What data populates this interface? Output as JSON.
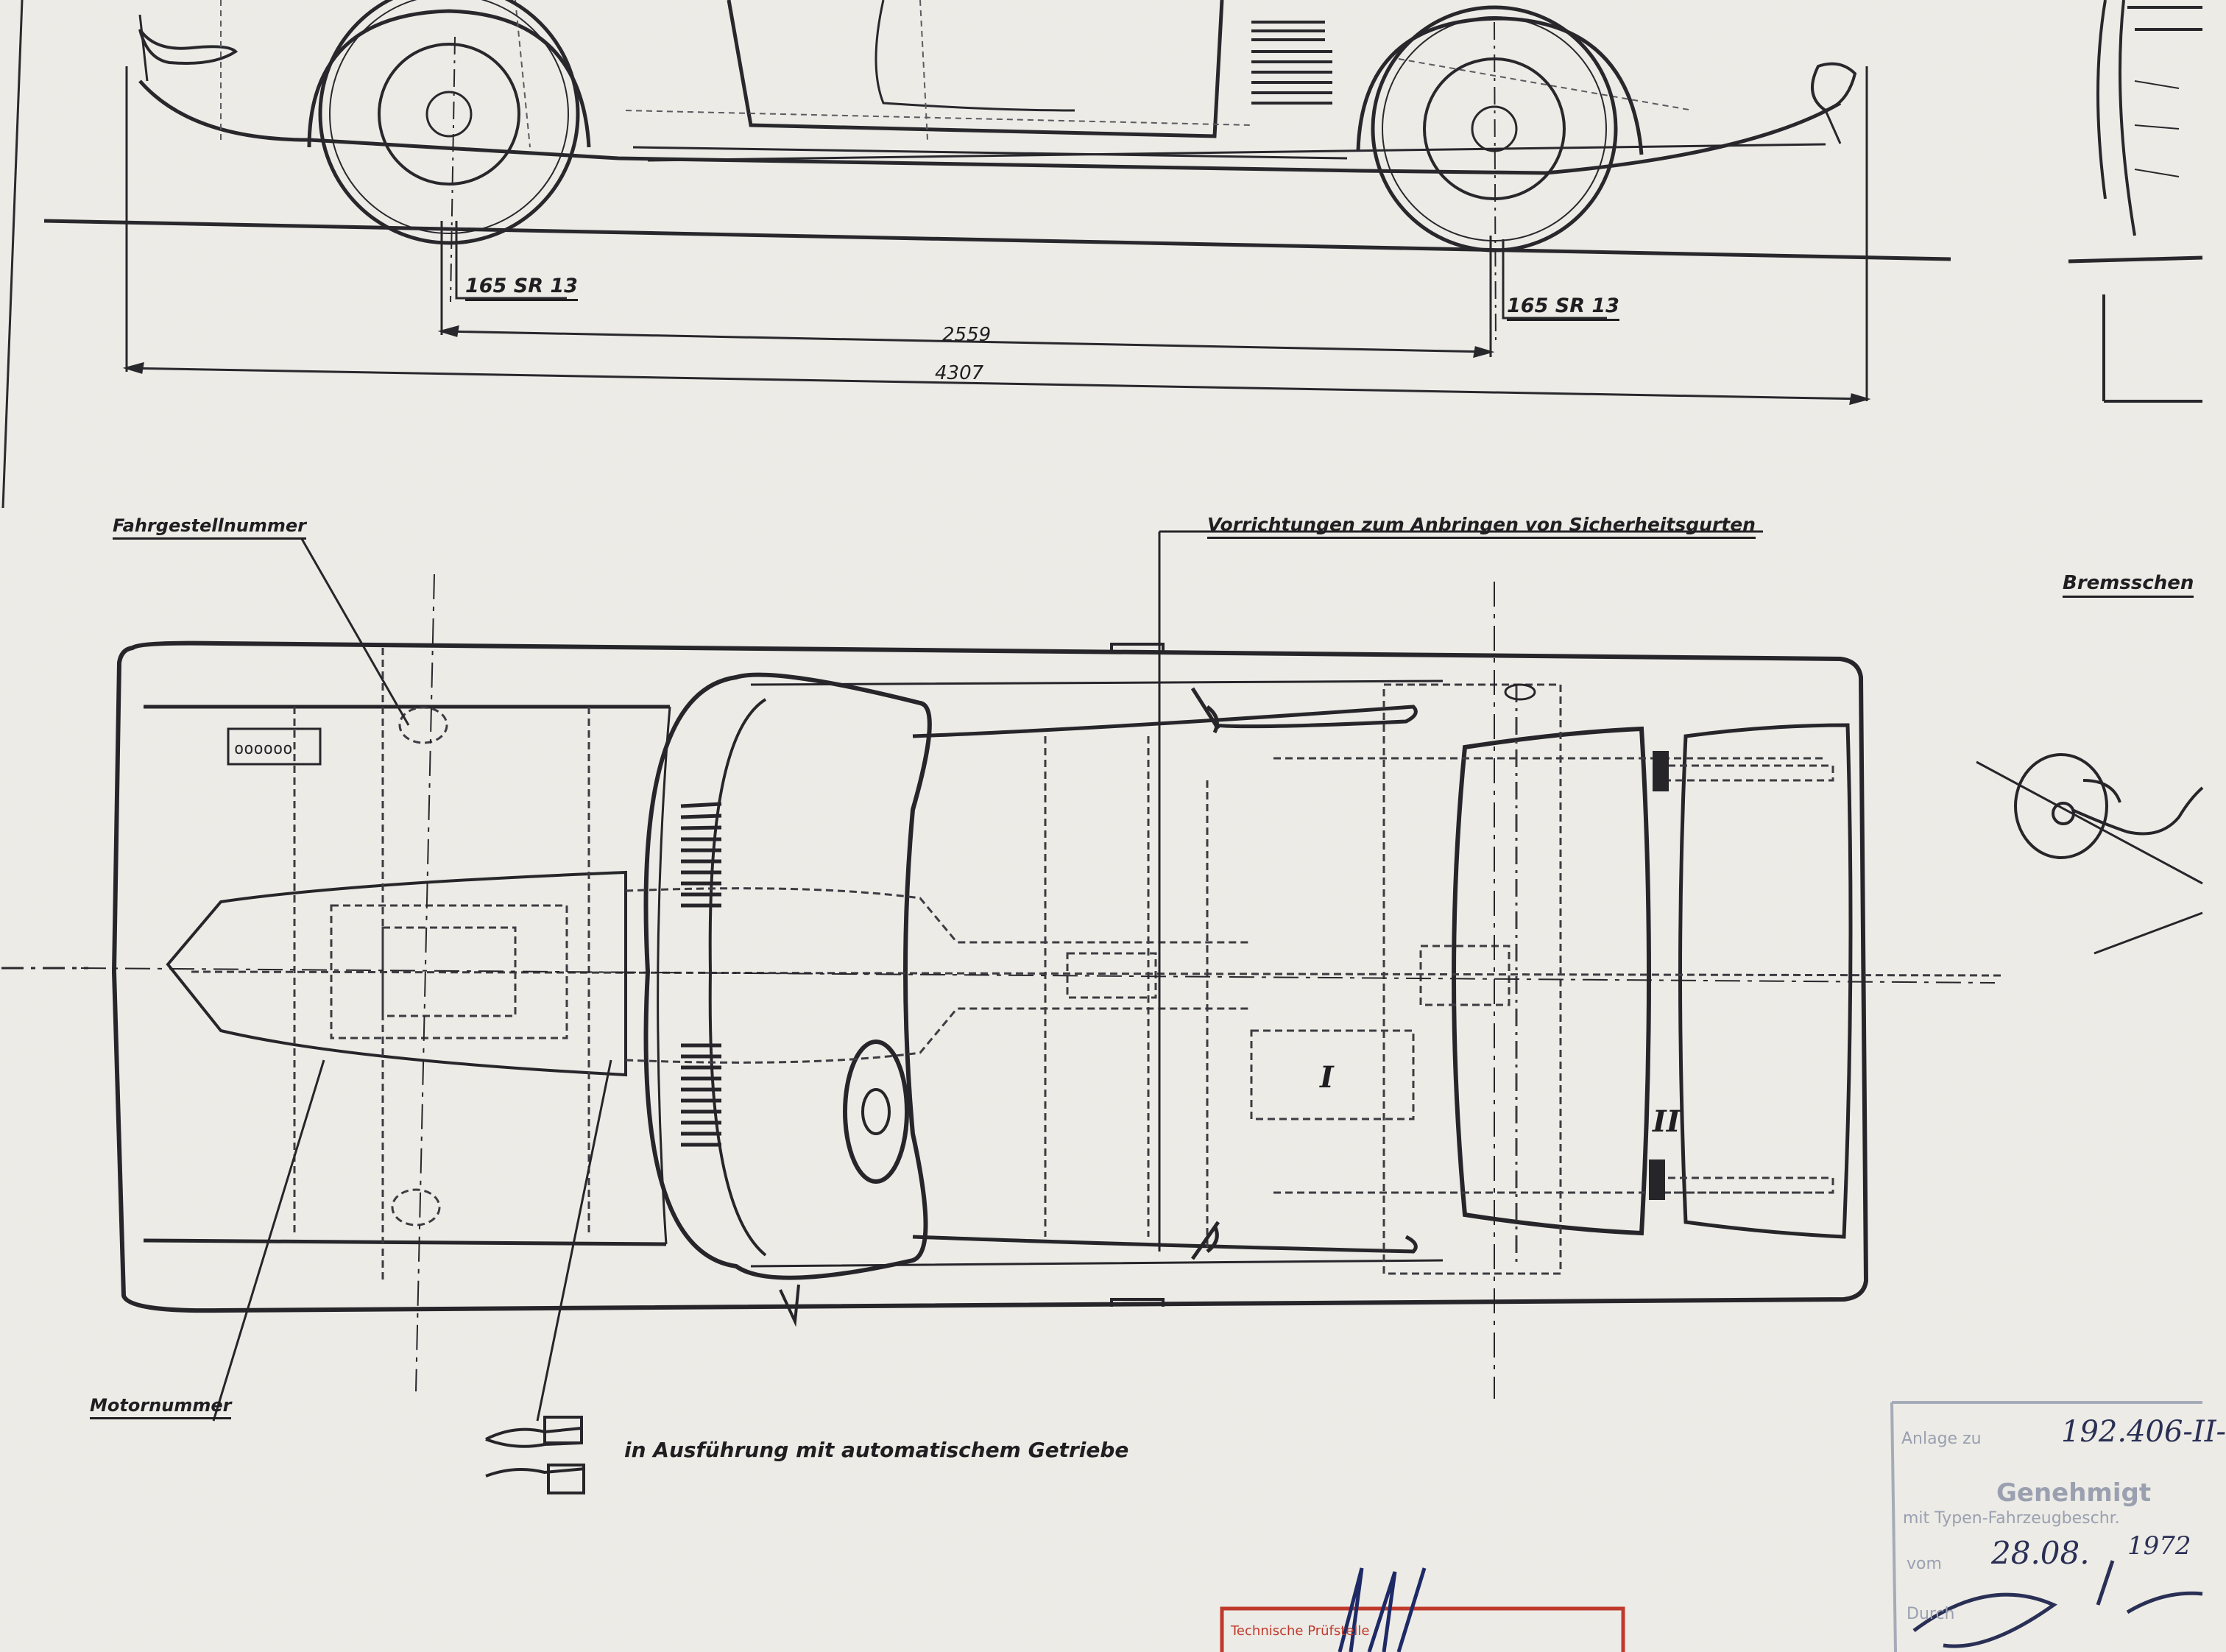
{
  "side_view": {
    "tire_front": "165 SR 13",
    "tire_rear": "165 SR 13",
    "wheelbase": "2559",
    "overall_length": "4307"
  },
  "plan_view": {
    "chassis_number_label": "Fahrgestellnummer",
    "seatbelt_label": "Vorrichtungen zum Anbringen von Sicherheitsgurten",
    "brake_label": "Bremsschen",
    "engine_number_label": "Motornummer",
    "automatic_note": "in Ausführung mit automatischem Getriebe",
    "marker_I": "I",
    "marker_II": "II"
  },
  "approval_stamp": {
    "line1_prefix": "Anlage zu",
    "number": "192.406-II-",
    "title": "Genehmigt",
    "line3": "mit Typen-Fahrzeugbeschr.",
    "date_day": "28.08.",
    "date_year": "1972",
    "line_von": "vom",
    "line_durch": "Durch"
  },
  "red_stamp": {
    "text": "Technische Prüfstelle"
  },
  "colors": {
    "paper": "#ecebe6",
    "ink": "#1f1f22",
    "stamp_blue": "#9aa0b0",
    "stamp_red": "#c0392b"
  }
}
